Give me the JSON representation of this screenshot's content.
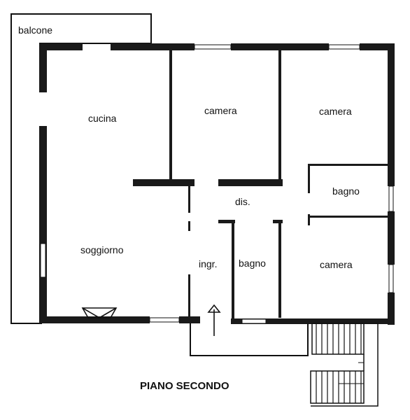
{
  "plan": {
    "title": "PIANO SECONDO",
    "rooms": {
      "balcone": "balcone",
      "cucina": "cucina",
      "camera_1": "camera",
      "camera_2": "camera",
      "bagno_right": "bagno",
      "dis": "dis.",
      "soggiorno": "soggiorno",
      "ingr": "ingr.",
      "bagno_center": "bagno",
      "camera_3": "camera"
    },
    "colors": {
      "wall": "#1a1a1a",
      "line": "#111111",
      "background": "#ffffff"
    }
  }
}
